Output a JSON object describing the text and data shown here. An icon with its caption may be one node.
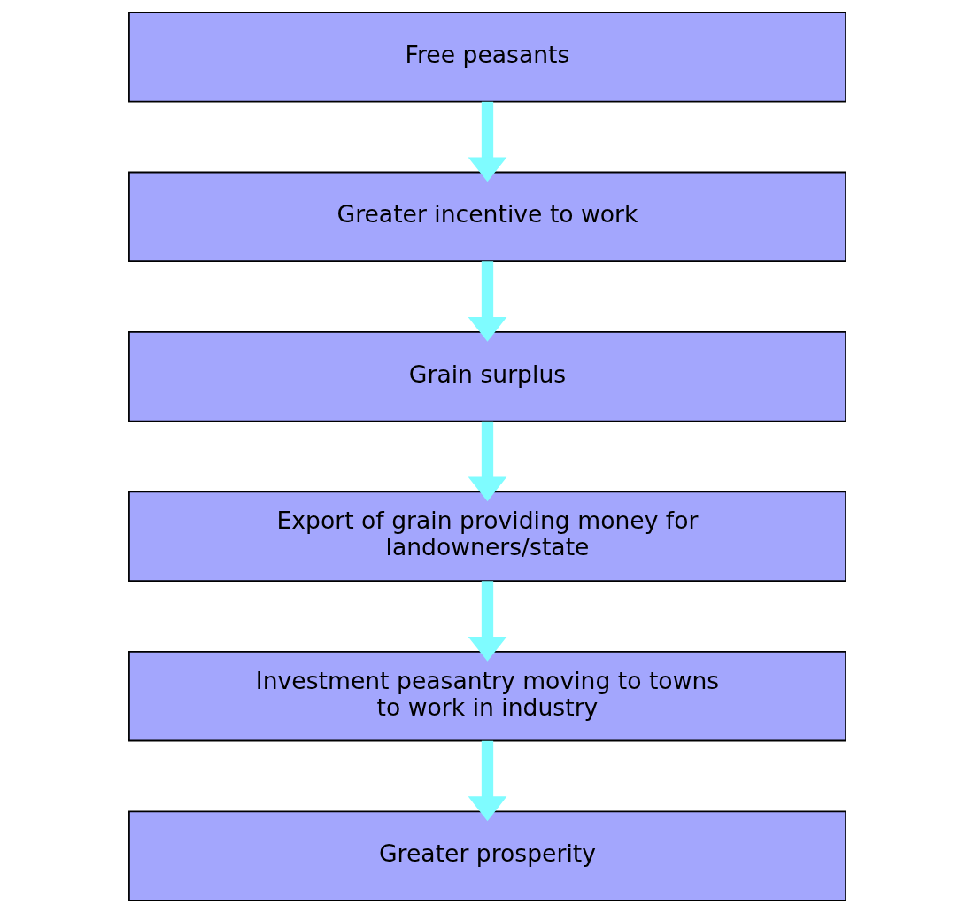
{
  "diagram": {
    "nodes": [
      {
        "text": [
          "Free peasants"
        ]
      },
      {
        "text": [
          "Greater incentive to work"
        ]
      },
      {
        "text": [
          "Grain surplus"
        ]
      },
      {
        "text": [
          "Export of grain providing money for landowners/state"
        ]
      },
      {
        "text": [
          "Investment peasantry moving to towns to work in industry"
        ]
      },
      {
        "text": [
          "Greater prosperity"
        ]
      }
    ],
    "edges": [
      {
        "from": 0,
        "to": 1,
        "arrow": "to"
      },
      {
        "from": 1,
        "to": 2,
        "arrow": "to"
      },
      {
        "from": 2,
        "to": 3,
        "arrow": "to"
      },
      {
        "from": 3,
        "to": 4,
        "arrow": "to"
      },
      {
        "from": 4,
        "to": 5,
        "arrow": "to"
      }
    ]
  }
}
